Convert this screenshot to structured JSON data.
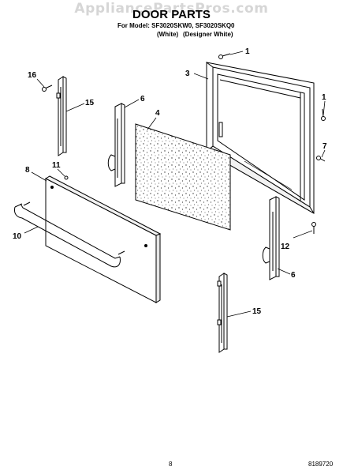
{
  "header": {
    "watermark": "AppliancePartsPros.com",
    "title": "DOOR PARTS",
    "model_line": "For Model: SF3020SKW0, SF3020SKQ0",
    "variant_1": "(White)",
    "variant_2": "(Designer White)"
  },
  "callouts": {
    "c1a": "1",
    "c1b": "1",
    "c3": "3",
    "c4": "4",
    "c6a": "6",
    "c6b": "6",
    "c7": "7",
    "c8": "8",
    "c10": "10",
    "c11": "11",
    "c12": "12",
    "c15a": "15",
    "c15b": "15",
    "c16": "16"
  },
  "footer": {
    "page_number": "8",
    "document_number": "8189720"
  }
}
